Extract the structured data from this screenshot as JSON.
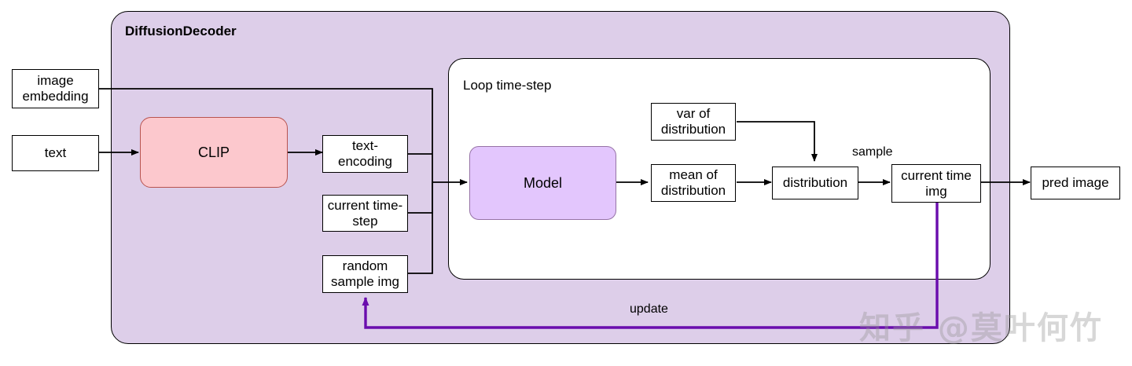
{
  "diagram": {
    "title": "DiffusionDecoder",
    "loop_title": "Loop time-step",
    "watermark": "知乎 @莫叶何竹",
    "colors": {
      "outer_fill": "#ddcee9",
      "clip_fill": "#fcc8cd",
      "clip_stroke": "#b85450",
      "model_fill": "#e3c6fd",
      "model_stroke": "#9673a6",
      "box_fill": "#ffffff",
      "box_stroke": "#000000",
      "feedback_arrow": "#6a0dad"
    },
    "nodes": {
      "image_embedding": "image\nembedding",
      "text": "text",
      "clip": "CLIP",
      "text_encoding": "text-\nencoding",
      "current_time_step": "current time-\nstep",
      "random_sample_img": "random\nsample img",
      "model": "Model",
      "var_of_distribution": "var of\ndistribution",
      "mean_of_distribution": "mean of\ndistribution",
      "distribution": "distribution",
      "current_time_img": "current time\nimg",
      "pred_image": "pred image"
    },
    "edge_labels": {
      "sample": "sample",
      "update": "update"
    }
  }
}
